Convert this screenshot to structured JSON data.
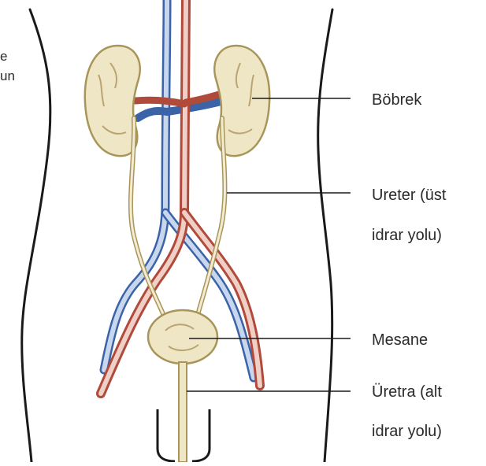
{
  "labels": {
    "kidney": "Böbrek",
    "ureter_line1": "Ureter (üst",
    "ureter_line2": "idrar yolu)",
    "bladder": "Mesane",
    "urethra_line1": "Üretra (alt",
    "urethra_line2": "idrar yolu)"
  },
  "clipped_text": {
    "line1": "e",
    "line2": "un"
  },
  "colors": {
    "kidney_fill": "#efe6c6",
    "kidney_outline": "#a8955a",
    "kidney_shading": "#b9a472",
    "artery": "#b04a3a",
    "vein": "#3a63a8",
    "ureter": "#c8b98a",
    "body_outline": "#1a1a1a",
    "leader_line": "#1a1a1a"
  }
}
